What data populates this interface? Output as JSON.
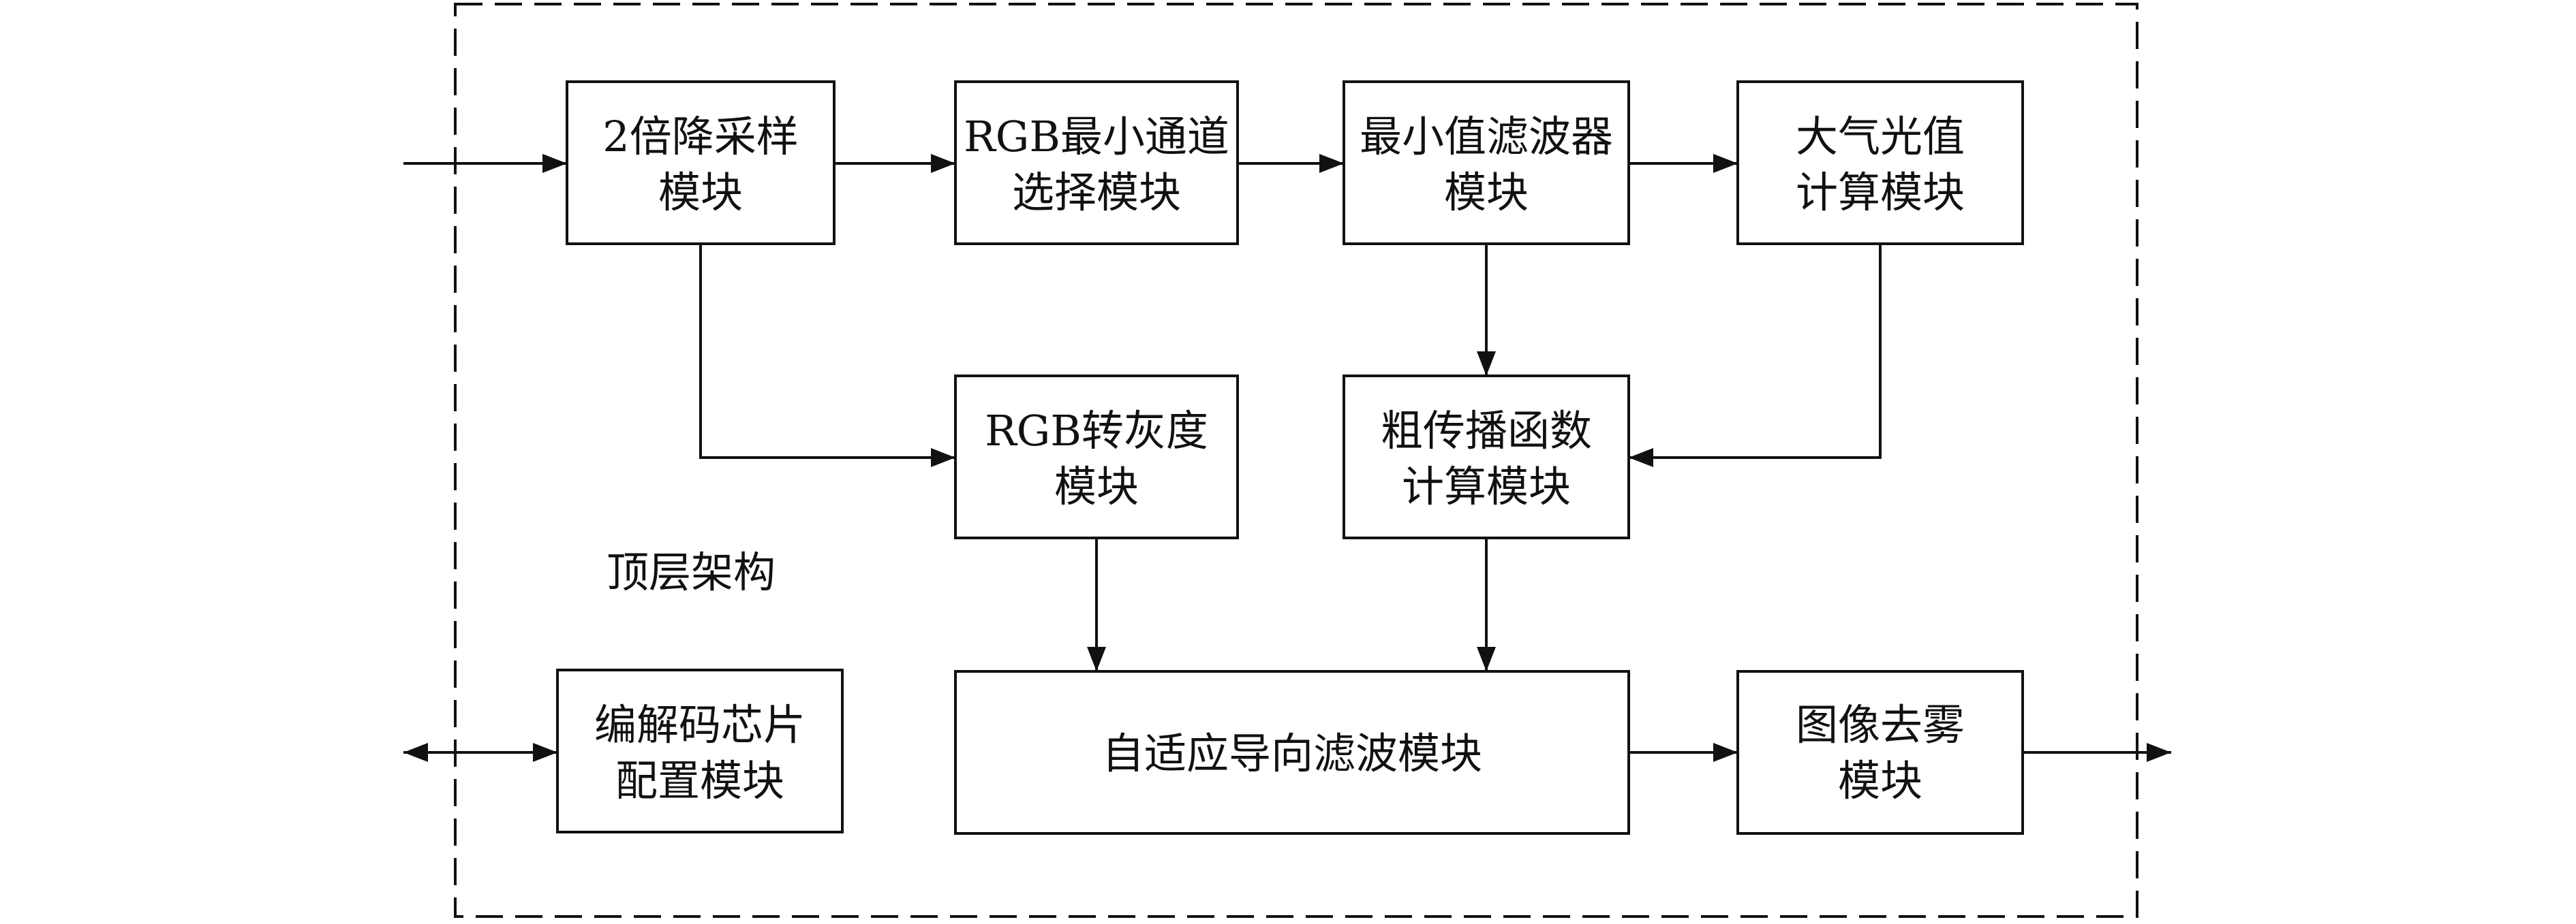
{
  "diagram": {
    "container_label": "顶层架构",
    "modules": {
      "downsample": [
        "2倍降采样",
        "模块"
      ],
      "rgb_min": [
        "RGB最小通道",
        "选择模块"
      ],
      "min_filter": [
        "最小值滤波器",
        "模块"
      ],
      "atmos": [
        "大气光值",
        "计算模块"
      ],
      "gray": [
        "RGB转灰度",
        "模块"
      ],
      "coarse": [
        "粗传播函数",
        "计算模块"
      ],
      "codec": [
        "编解码芯片",
        "配置模块"
      ],
      "guided": [
        "自适应导向滤波模块"
      ],
      "dehaze": [
        "图像去雾",
        "模块"
      ]
    }
  }
}
